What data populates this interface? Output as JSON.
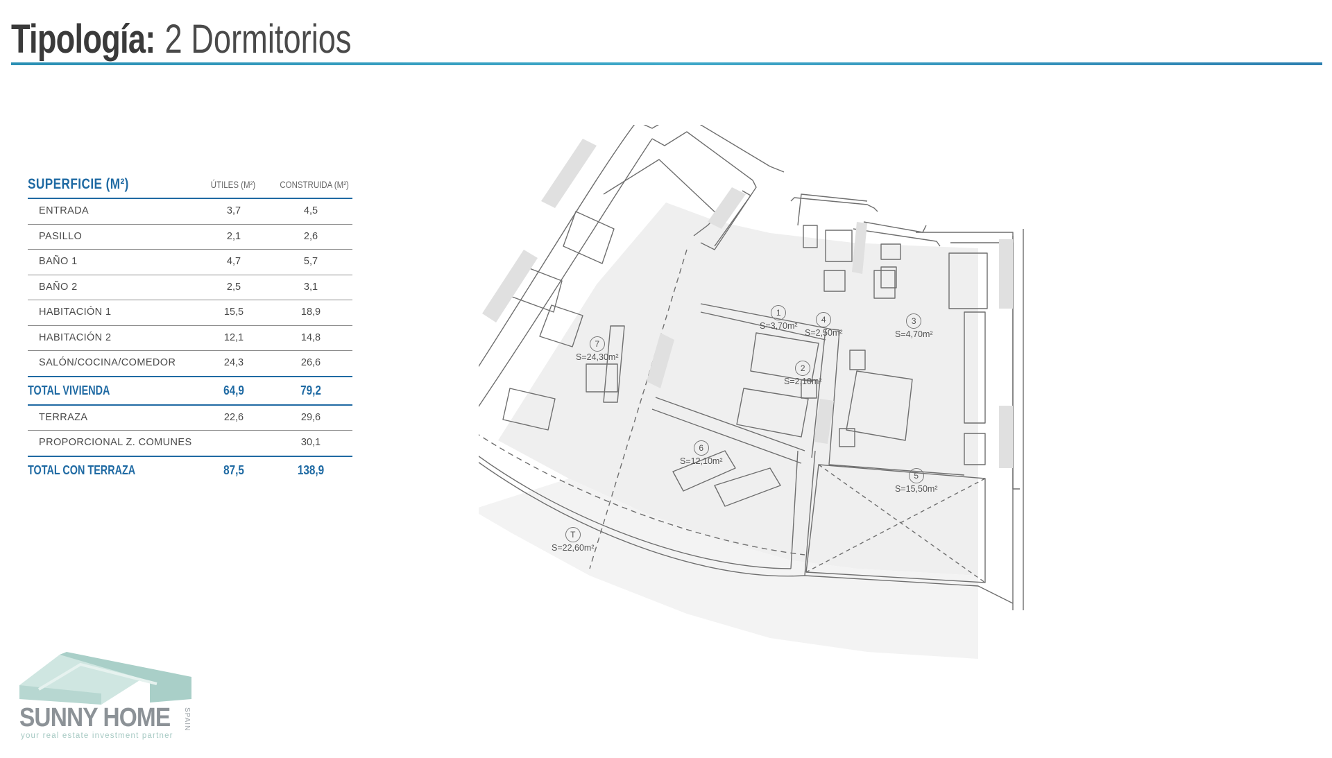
{
  "header": {
    "label": "Tipología:",
    "value": "2 Dormitorios"
  },
  "table": {
    "title": "SUPERFICIE (M²)",
    "col_util": "ÚTILES (M²)",
    "col_con": "CONSTRUIDA (M²)",
    "rows": [
      {
        "name": "ENTRADA",
        "util": "3,7",
        "con": "4,5"
      },
      {
        "name": "PASILLO",
        "util": "2,1",
        "con": "2,6"
      },
      {
        "name": "BAÑO 1",
        "util": "4,7",
        "con": "5,7"
      },
      {
        "name": "BAÑO 2",
        "util": "2,5",
        "con": "3,1"
      },
      {
        "name": "HABITACIÓN 1",
        "util": "15,5",
        "con": "18,9"
      },
      {
        "name": "HABITACIÓN 2",
        "util": "12,1",
        "con": "14,8"
      },
      {
        "name": "SALÓN/COCINA/COMEDOR",
        "util": "24,3",
        "con": "26,6"
      }
    ],
    "total_vivienda": {
      "name": "TOTAL VIVIENDA",
      "util": "64,9",
      "con": "79,2"
    },
    "extra_rows": [
      {
        "name": "TERRAZA",
        "util": "22,6",
        "con": "29,6"
      },
      {
        "name": "PROPORCIONAL Z. COMUNES",
        "util": "",
        "con": "30,1"
      }
    ],
    "total_terraza": {
      "name": "TOTAL CON TERRAZA",
      "util": "87,5",
      "con": "138,9"
    }
  },
  "plan": {
    "rooms": [
      {
        "num": "1",
        "area": "S=3,70m²"
      },
      {
        "num": "2",
        "area": "S=2,10m²"
      },
      {
        "num": "3",
        "area": "S=4,70m²"
      },
      {
        "num": "4",
        "area": "S=2,50m²"
      },
      {
        "num": "5",
        "area": "S=15,50m²"
      },
      {
        "num": "6",
        "area": "S=12,10m²"
      },
      {
        "num": "7",
        "area": "S=24,30m²"
      },
      {
        "num": "T",
        "area": "S=22,60m²"
      }
    ]
  },
  "logo": {
    "name": "SUNNY HOME",
    "country": "SPAIN",
    "tagline": "your real estate investment partner"
  },
  "colors": {
    "accent_blue": "#1f6aa3",
    "header_rule": "#2a8fb4",
    "logo_green": "#a6c9c3",
    "plan_fill": "#ececec"
  }
}
